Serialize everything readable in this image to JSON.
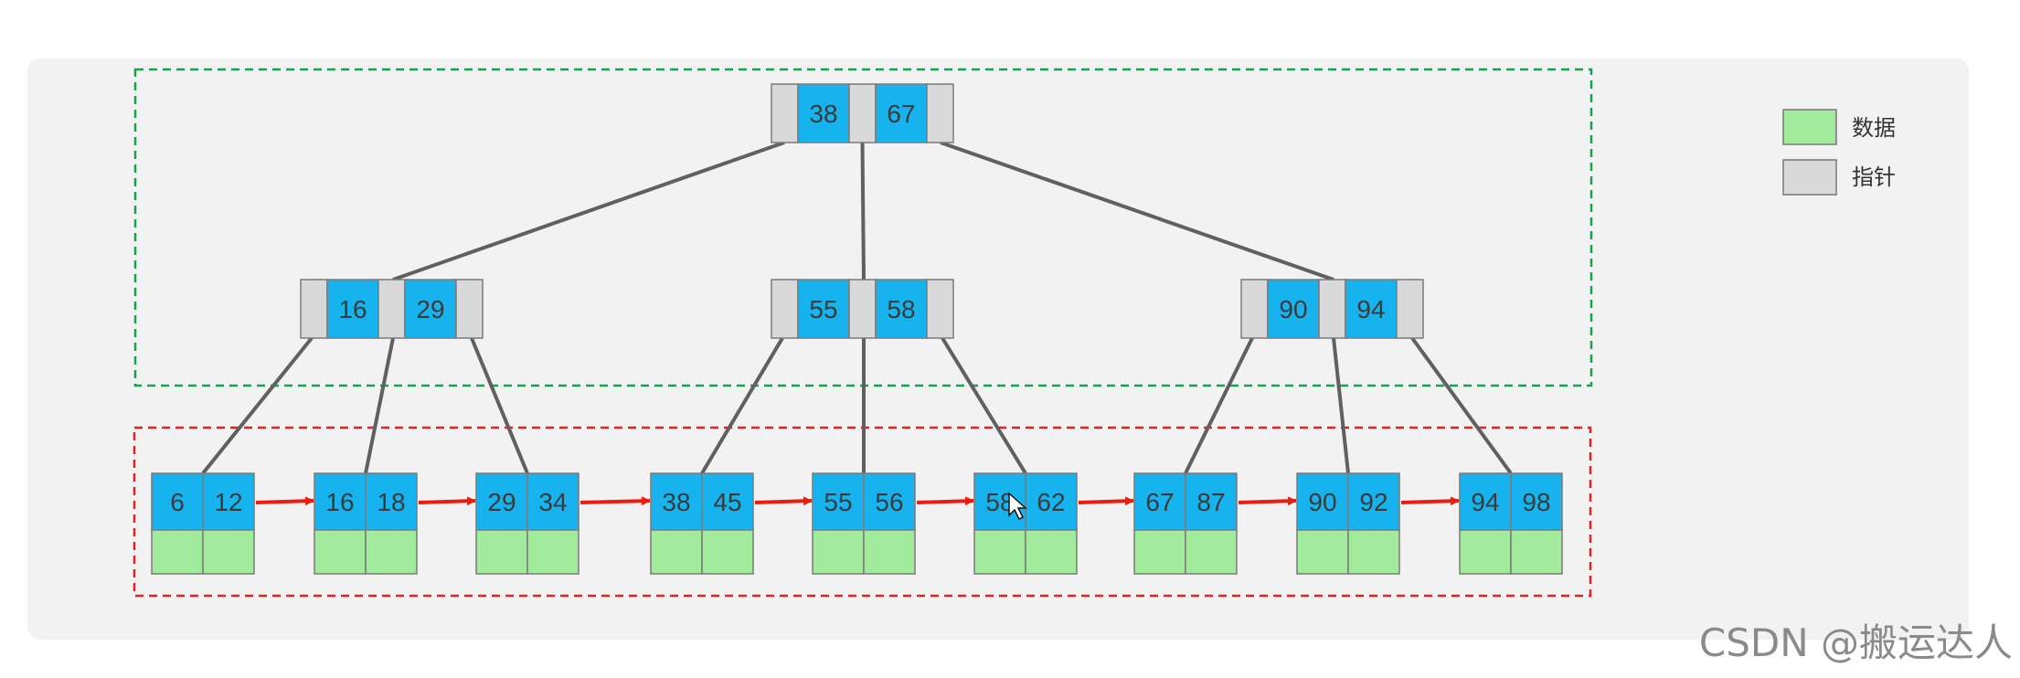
{
  "legend": {
    "data_label": "数据",
    "pointer_label": "指针",
    "data_color": "#a2eb9c",
    "pointer_color": "#d9d9d9"
  },
  "colors": {
    "key_fill": "#17b3ef",
    "key_text": "#3a3a3a",
    "pointer_fill": "#d9d9d9",
    "data_fill": "#a2eb9c",
    "edge": "#606060",
    "leaf_link": "#ee1c0c",
    "index_region_border": "#16a34a",
    "leaf_region_border": "#e02424",
    "panel": "#f2f2f2"
  },
  "tree": {
    "root": [
      "38",
      "67"
    ],
    "internal": [
      [
        "16",
        "29"
      ],
      [
        "55",
        "58"
      ],
      [
        "90",
        "94"
      ]
    ],
    "leaves": [
      [
        "6",
        "12"
      ],
      [
        "16",
        "18"
      ],
      [
        "29",
        "34"
      ],
      [
        "38",
        "45"
      ],
      [
        "55",
        "56"
      ],
      [
        "58",
        "62"
      ],
      [
        "67",
        "87"
      ],
      [
        "90",
        "92"
      ],
      [
        "94",
        "98"
      ]
    ]
  },
  "watermark": "CSDN @搬运达人"
}
